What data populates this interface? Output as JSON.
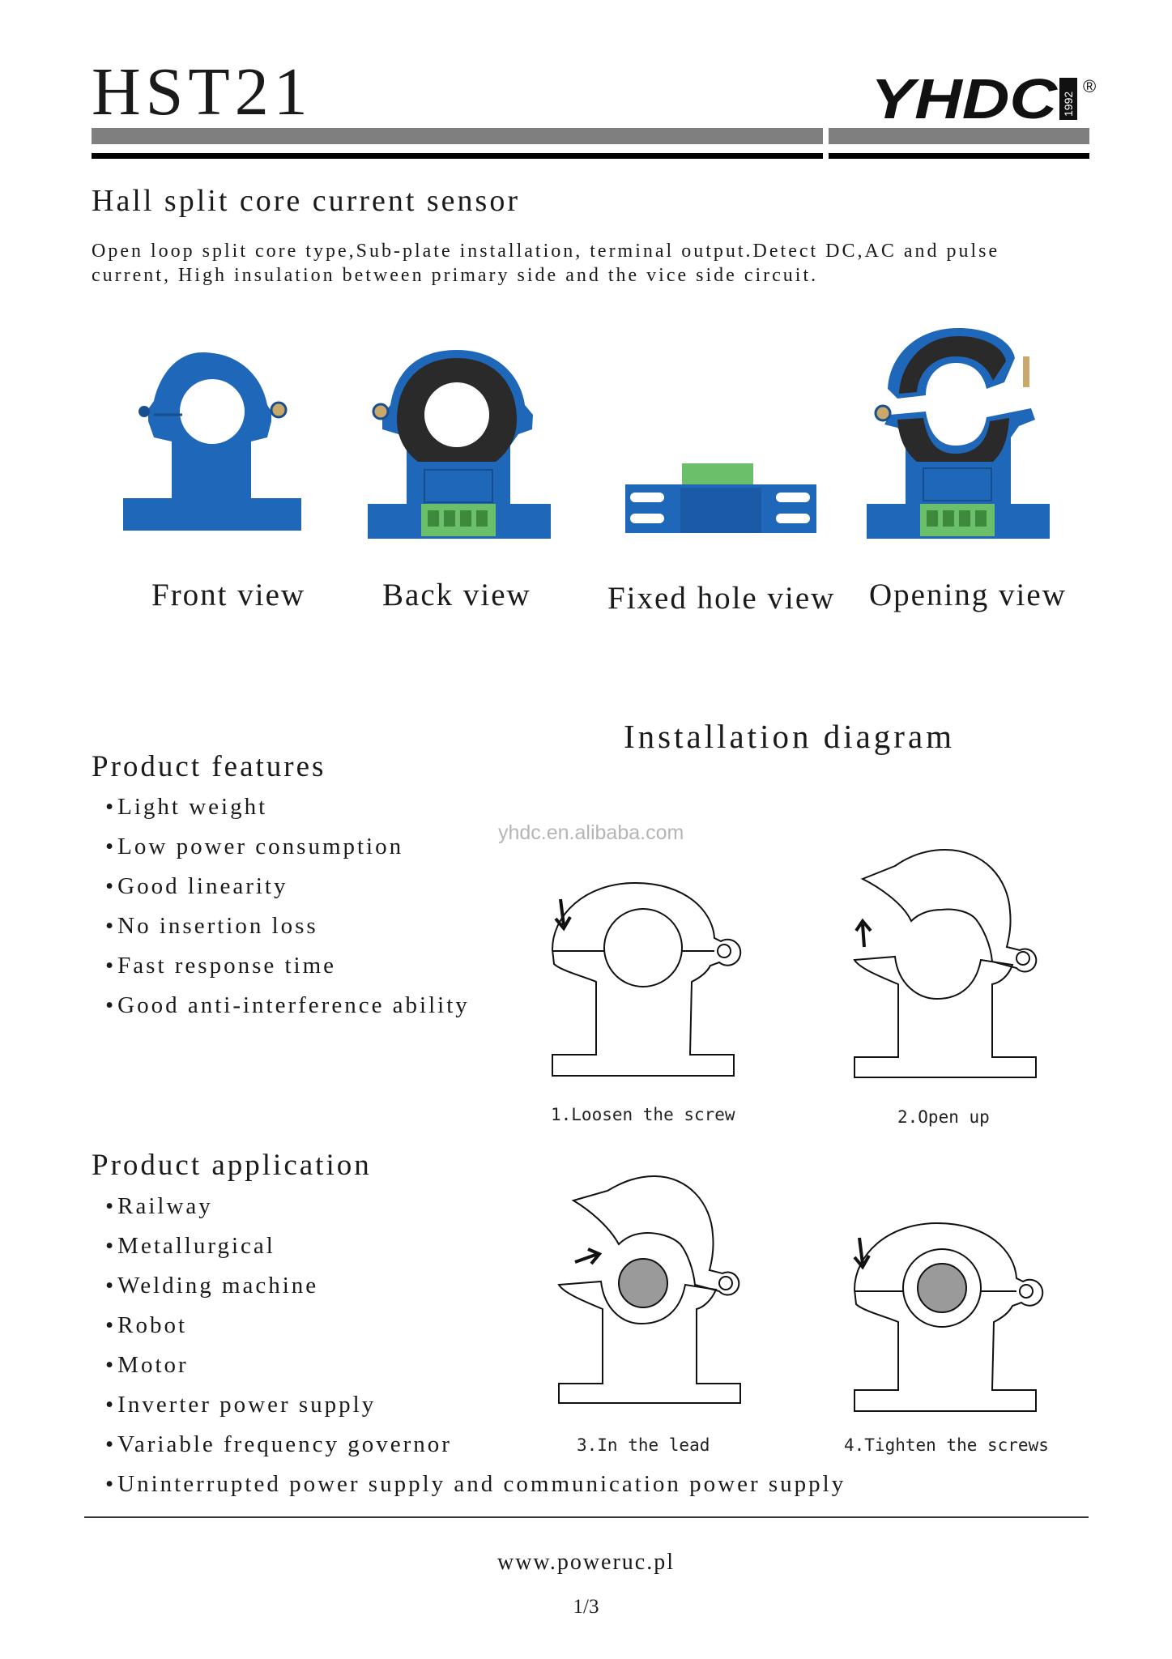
{
  "header": {
    "title": "HST21",
    "logo_text": "YHDC",
    "logo_year": "1992",
    "logo_mark": "®"
  },
  "subtitle": "Hall split core current sensor",
  "description": {
    "line1": "Open loop split core type,Sub-plate installation, terminal output.Detect DC,AC and pulse",
    "line2": "current, High insulation between primary side and the vice side circuit."
  },
  "views": [
    {
      "label": "Front view"
    },
    {
      "label": "Back view"
    },
    {
      "label": "Fixed hole view"
    },
    {
      "label": "Opening view"
    }
  ],
  "features": {
    "title": "Product features",
    "items": [
      "Light weight",
      "Low power consumption",
      "Good linearity",
      "No insertion loss",
      "Fast response time",
      "Good anti-interference ability"
    ]
  },
  "installation": {
    "title": "Installation diagram",
    "watermark": "yhdc.en.alibaba.com",
    "steps": [
      "1.Loosen the screw",
      "2.Open up",
      "3.In the lead",
      "4.Tighten the screws"
    ]
  },
  "application": {
    "title": "Product application",
    "items": [
      "Railway",
      "Metallurgical",
      "Welding machine",
      "Robot",
      "Motor",
      "Inverter power supply",
      "Variable frequency governor",
      "Uninterrupted power supply and communication power supply"
    ]
  },
  "footer": {
    "website": "www.poweruc.pl",
    "page": "1/3"
  },
  "colors": {
    "sensor_blue": "#1f67b8",
    "terminal_green": "#6cbf6a",
    "core_black": "#2a2a2a",
    "header_gray": "#7f7f7f",
    "lead_gray": "#9a9a9a"
  }
}
